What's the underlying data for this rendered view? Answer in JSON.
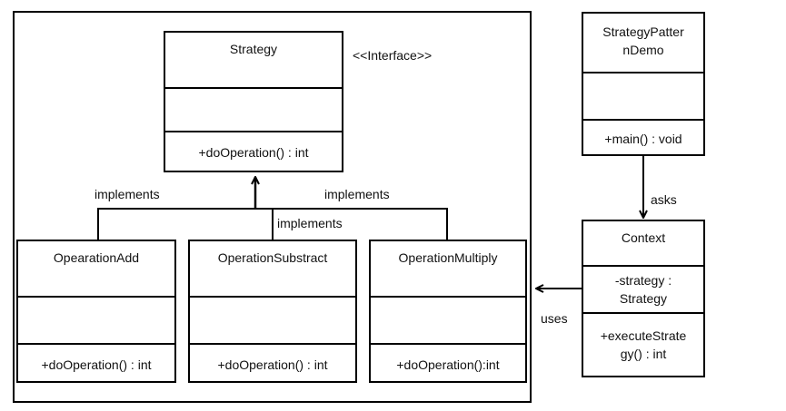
{
  "diagram": {
    "stereotype": "<<Interface>>",
    "strategy": {
      "name": "Strategy",
      "attributes": "",
      "operations": "+doOperation()  : int"
    },
    "op_add": {
      "name": "OpearationAdd",
      "attributes": "",
      "operations": "+doOperation()  : int"
    },
    "op_sub": {
      "name": "OperationSubstract",
      "attributes": "",
      "operations": "+doOperation()  : int"
    },
    "op_mul": {
      "name": "OperationMultiply",
      "attributes": "",
      "operations": "+doOperation():int"
    },
    "demo": {
      "name": "StrategyPatter\nnDemo",
      "attributes": "",
      "operations": "+main() : void"
    },
    "context": {
      "name": "Context",
      "attributes": "-strategy :\nStrategy",
      "operations": "+executeStrate\ngy() : int"
    },
    "labels": {
      "implements_left": "implements",
      "implements_mid": "implements",
      "implements_right": "implements",
      "asks": "asks",
      "uses": "uses"
    }
  }
}
